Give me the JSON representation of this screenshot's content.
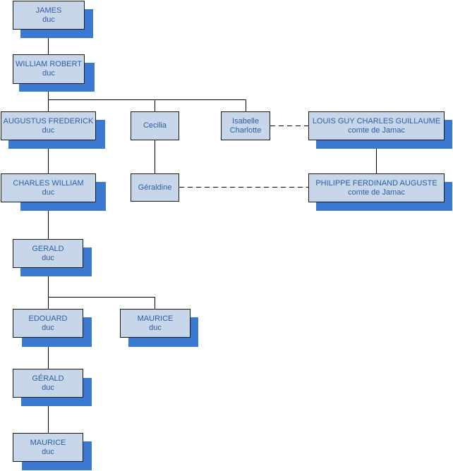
{
  "people": {
    "james": {
      "name": "JAMES",
      "title": "duc"
    },
    "william_robert": {
      "name": "WILLIAM ROBERT",
      "title": "duc"
    },
    "augustus_frederick": {
      "name": "AUGUSTUS FREDERICK",
      "title": "duc"
    },
    "cecilia": {
      "name": "Cecilia"
    },
    "isabelle_charlotte": {
      "line1": "Isabelle",
      "line2": "Charlotte"
    },
    "louis_guy": {
      "name": "LOUIS GUY CHARLES GUILLAUME",
      "title": "comte de Jamac"
    },
    "charles_william": {
      "name": "CHARLES WILLIAM",
      "title": "duc"
    },
    "geraldine": {
      "name": "Géraldine"
    },
    "philippe_ferdinand": {
      "name": "PHILIPPE FERDINAND AUGUSTE",
      "title": "comte de Jamac"
    },
    "gerald": {
      "name": "GERALD",
      "title": "duc"
    },
    "edouard": {
      "name": "EDOUARD",
      "title": "duc"
    },
    "maurice_1": {
      "name": "MAURICE",
      "title": "duc"
    },
    "gerald_2": {
      "name": "GÉRALD",
      "title": "duc"
    },
    "maurice_2": {
      "name": "MAURICE",
      "title": "duc"
    }
  },
  "colors": {
    "box_fill": "#c7d6e8",
    "box_border": "#1a1a1a",
    "shadow": "#3b78d0",
    "text": "#2d5ea8",
    "line": "#000000"
  }
}
